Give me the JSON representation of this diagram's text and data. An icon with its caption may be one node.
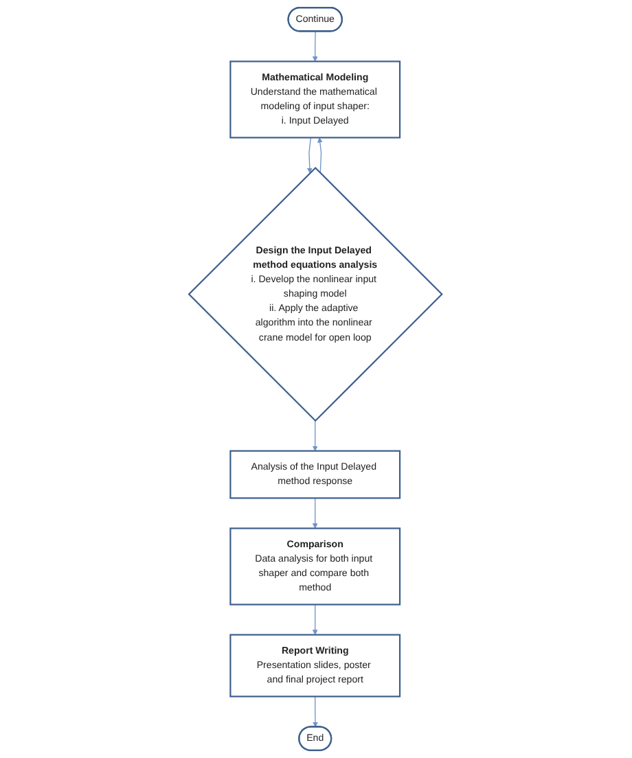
{
  "diagram": {
    "nodes": [
      {
        "text": [
          "Continue"
        ]
      },
      {
        "text": [
          "Mathematical Modeling",
          "Understand the mathematical modeling of input shaper:",
          "i. Input Delayed"
        ]
      },
      {
        "text": [
          "Design the Input Delayed method equations analysis",
          "i. Develop the nonlinear input shaping model",
          "ii. Apply the adaptive algorithm into the nonlinear crane model for open loop"
        ]
      },
      {
        "text": [
          "Analysis of the Input Delayed method response"
        ]
      },
      {
        "text": [
          "Comparison",
          "Data analysis for both input shaper and compare both method"
        ]
      },
      {
        "text": [
          "Report Writing",
          "Presentation slides, poster and final project report"
        ]
      },
      {
        "text": [
          "End"
        ]
      }
    ],
    "edges": [
      {
        "from": 0,
        "to": 1,
        "arrow": "to"
      },
      {
        "from": 1,
        "to": 2,
        "arrow": "to"
      },
      {
        "from": 2,
        "to": 1,
        "arrow": "to"
      },
      {
        "from": 2,
        "to": 3,
        "arrow": "to"
      },
      {
        "from": 3,
        "to": 4,
        "arrow": "to"
      },
      {
        "from": 4,
        "to": 5,
        "arrow": "to"
      },
      {
        "from": 5,
        "to": 6,
        "arrow": "to"
      }
    ]
  }
}
